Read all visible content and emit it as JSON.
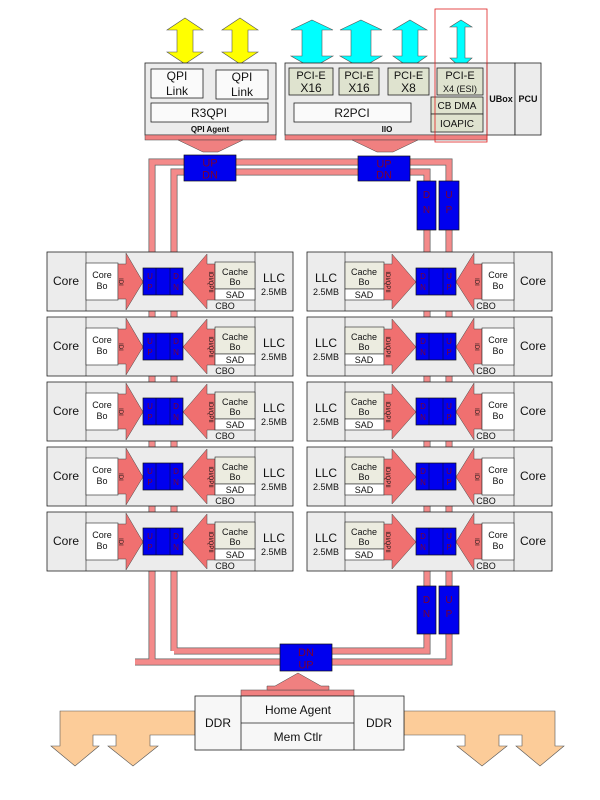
{
  "colors": {
    "qpi_arrow": "#ffff00",
    "pcie_arrow": "#00ffff",
    "ring": "#f08080",
    "ring_stop": "#0000ee",
    "ring_stop_text": "#7a0030",
    "tile_bg": "#ececec",
    "cache_box": "#ecece0",
    "pcie_box": "#dfe3cf",
    "memory_arrow": "#fccc99",
    "highlight_outline": "#e02020"
  },
  "qpi_agent": {
    "links": [
      "QPI\nLink",
      "QPI\nLink"
    ],
    "router": "R3QPI",
    "label": "QPI Agent"
  },
  "iio": {
    "pcie": [
      {
        "line1": "PCI-E",
        "line2": "X16"
      },
      {
        "line1": "PCI-E",
        "line2": "X16"
      },
      {
        "line1": "PCI-E",
        "line2": "X8"
      },
      {
        "line1": "PCI-E",
        "line2": "X4 (ESI)"
      }
    ],
    "cb_dma": "CB DMA",
    "ioapic": "IOAPIC",
    "router": "R2PCI",
    "label": "IIO"
  },
  "ubox": "UBox",
  "pcu": "PCU",
  "ring_stop_labels": {
    "up": "UP",
    "dn": "DN",
    "u": "U",
    "p": "P",
    "d": "D",
    "n": "N"
  },
  "core_tile": {
    "core": "Core",
    "core_bo": [
      "Core",
      "Bo"
    ],
    "idi": "IDI",
    "idi_qpii": "IDI/QPII",
    "cache_bo": [
      "Cache",
      "Bo"
    ],
    "sad": "SAD",
    "cbo": "CBO",
    "llc": "LLC",
    "llc_size": "2.5MB"
  },
  "core_rows": 5,
  "memory": {
    "home_agent": "Home Agent",
    "mem_ctlr": "Mem Ctlr",
    "ddr_left": "DDR",
    "ddr_right": "DDR"
  }
}
